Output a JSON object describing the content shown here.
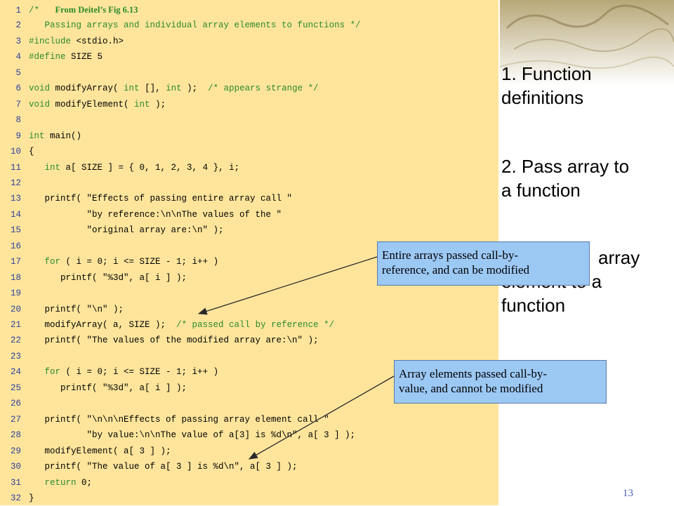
{
  "code": {
    "lines": [
      {
        "n": "1",
        "segs": [
          {
            "t": "/*   ",
            "c": "cm"
          },
          {
            "t": "From Deitel’s Fig 6.13",
            "c": "title"
          }
        ]
      },
      {
        "n": "2",
        "segs": [
          {
            "t": "   Passing arrays and individual array elements to functions */",
            "c": "cm"
          }
        ]
      },
      {
        "n": "3",
        "segs": [
          {
            "t": "#include ",
            "c": "kw"
          },
          {
            "t": "<stdio.h>",
            "c": "plain"
          }
        ]
      },
      {
        "n": "4",
        "segs": [
          {
            "t": "#define ",
            "c": "kw"
          },
          {
            "t": "SIZE 5",
            "c": "plain"
          }
        ]
      },
      {
        "n": "5",
        "segs": []
      },
      {
        "n": "6",
        "segs": [
          {
            "t": "void ",
            "c": "kw"
          },
          {
            "t": "modifyArray( ",
            "c": "plain"
          },
          {
            "t": "int ",
            "c": "kw"
          },
          {
            "t": "[], ",
            "c": "plain"
          },
          {
            "t": "int ",
            "c": "kw"
          },
          {
            "t": ");  ",
            "c": "plain"
          },
          {
            "t": "/* appears strange */",
            "c": "cm"
          }
        ]
      },
      {
        "n": "7",
        "segs": [
          {
            "t": "void ",
            "c": "kw"
          },
          {
            "t": "modifyElement( ",
            "c": "plain"
          },
          {
            "t": "int ",
            "c": "kw"
          },
          {
            "t": ");",
            "c": "plain"
          }
        ]
      },
      {
        "n": "8",
        "segs": []
      },
      {
        "n": "9",
        "segs": [
          {
            "t": "int ",
            "c": "kw"
          },
          {
            "t": "main()",
            "c": "plain"
          }
        ]
      },
      {
        "n": "10",
        "segs": [
          {
            "t": "{",
            "c": "plain"
          }
        ]
      },
      {
        "n": "11",
        "segs": [
          {
            "t": "   ",
            "c": "plain"
          },
          {
            "t": "int ",
            "c": "kw"
          },
          {
            "t": "a[ SIZE ] = { 0, 1, 2, 3, 4 }, i;",
            "c": "plain"
          }
        ]
      },
      {
        "n": "12",
        "segs": []
      },
      {
        "n": "13",
        "segs": [
          {
            "t": "   printf( \"Effects of passing entire array call \"",
            "c": "plain"
          }
        ]
      },
      {
        "n": "14",
        "segs": [
          {
            "t": "           \"by reference:\\n\\nThe values of the \"",
            "c": "plain"
          }
        ]
      },
      {
        "n": "15",
        "segs": [
          {
            "t": "           \"original array are:\\n\" );",
            "c": "plain"
          }
        ]
      },
      {
        "n": "16",
        "segs": []
      },
      {
        "n": "17",
        "segs": [
          {
            "t": "   ",
            "c": "plain"
          },
          {
            "t": "for ",
            "c": "kw"
          },
          {
            "t": "( i = 0; i <= SIZE - 1; i++ )",
            "c": "plain"
          }
        ]
      },
      {
        "n": "18",
        "segs": [
          {
            "t": "      printf( \"%3d\", a[ i ] );",
            "c": "plain"
          }
        ]
      },
      {
        "n": "19",
        "segs": []
      },
      {
        "n": "20",
        "segs": [
          {
            "t": "   printf( \"\\n\" );",
            "c": "plain"
          }
        ]
      },
      {
        "n": "21",
        "segs": [
          {
            "t": "   modifyArray( a, SIZE );  ",
            "c": "plain"
          },
          {
            "t": "/* passed call by reference */",
            "c": "cm"
          }
        ]
      },
      {
        "n": "22",
        "segs": [
          {
            "t": "   printf( \"The values of the modified array are:\\n\" );",
            "c": "plain"
          }
        ]
      },
      {
        "n": "23",
        "segs": []
      },
      {
        "n": "24",
        "segs": [
          {
            "t": "   ",
            "c": "plain"
          },
          {
            "t": "for ",
            "c": "kw"
          },
          {
            "t": "( i = 0; i <= SIZE - 1; i++ )",
            "c": "plain"
          }
        ]
      },
      {
        "n": "25",
        "segs": [
          {
            "t": "      printf( \"%3d\", a[ i ] );",
            "c": "plain"
          }
        ]
      },
      {
        "n": "26",
        "segs": []
      },
      {
        "n": "27",
        "segs": [
          {
            "t": "   printf( \"\\n\\n\\nEffects of passing array element call \"",
            "c": "plain"
          }
        ]
      },
      {
        "n": "28",
        "segs": [
          {
            "t": "           \"by value:\\n\\nThe value of a[3] is %d\\n\", a[ 3 ] );",
            "c": "plain"
          }
        ]
      },
      {
        "n": "29",
        "segs": [
          {
            "t": "   modifyElement( a[ 3 ] );",
            "c": "plain"
          }
        ]
      },
      {
        "n": "30",
        "segs": [
          {
            "t": "   printf( \"The value of a[ 3 ] is %d\\n\", a[ 3 ] );",
            "c": "plain"
          }
        ]
      },
      {
        "n": "31",
        "segs": [
          {
            "t": "   ",
            "c": "plain"
          },
          {
            "t": "return ",
            "c": "kw"
          },
          {
            "t": "0;",
            "c": "plain"
          }
        ]
      },
      {
        "n": "32",
        "segs": [
          {
            "t": "}",
            "c": "plain"
          }
        ]
      }
    ]
  },
  "outline": {
    "item1_line1": "1. Function",
    "item1_line2": "definitions",
    "item2_line1": "2. Pass array to",
    "item2_line2": "a function",
    "item3_line1": "array",
    "item3_line2": "element to a",
    "item3_line3": "function"
  },
  "callouts": {
    "reference_line1": "Entire arrays passed call-by-",
    "reference_line2": "reference, and can be modified",
    "value_line1": "Array elements passed call-by-",
    "value_line2": "value, and cannot be modified"
  },
  "slide_number": "13",
  "colors": {
    "code_background": "#ffe59c",
    "keyword_green": "#2a8a2a",
    "line_number_blue": "#2b3f9a",
    "callout_blue": "#9cc8f4"
  }
}
